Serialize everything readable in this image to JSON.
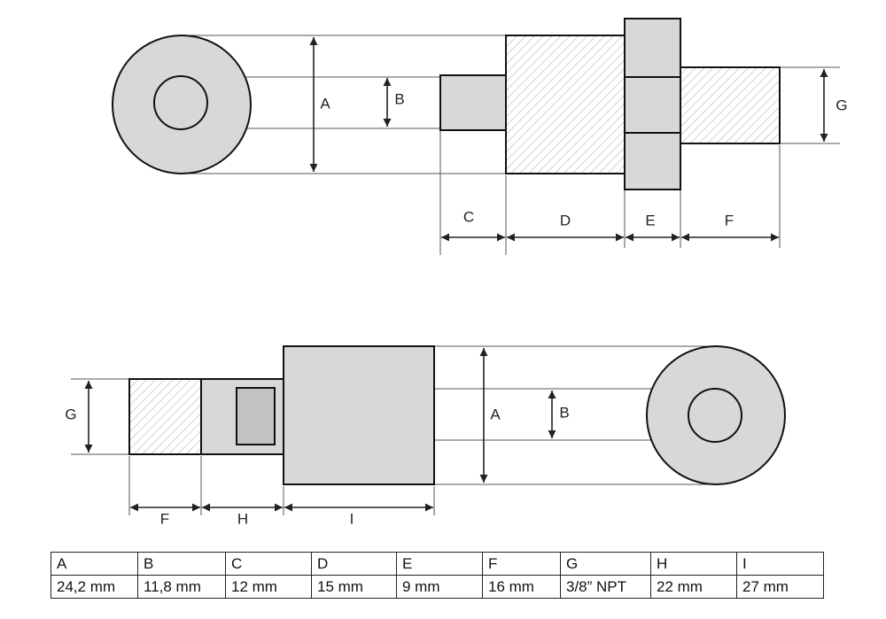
{
  "labels": {
    "a": "A",
    "b": "B",
    "c": "C",
    "d": "D",
    "e": "E",
    "f": "F",
    "g": "G",
    "h": "H",
    "i": "I"
  },
  "dimension_table": {
    "headers": [
      "A",
      "B",
      "C",
      "D",
      "E",
      "F",
      "G",
      "H",
      "I"
    ],
    "values": [
      "24,2 mm",
      "11,8 mm",
      "12 mm",
      "15 mm",
      "9 mm",
      "16 mm",
      "3/8” NPT",
      "22 mm",
      "27 mm"
    ]
  },
  "colors": {
    "fill": "#d8d8d8",
    "inner_rect": "#c2c2c2",
    "stroke": "#111111",
    "hatch": "#b5b5b5",
    "dim_line": "#333333"
  }
}
